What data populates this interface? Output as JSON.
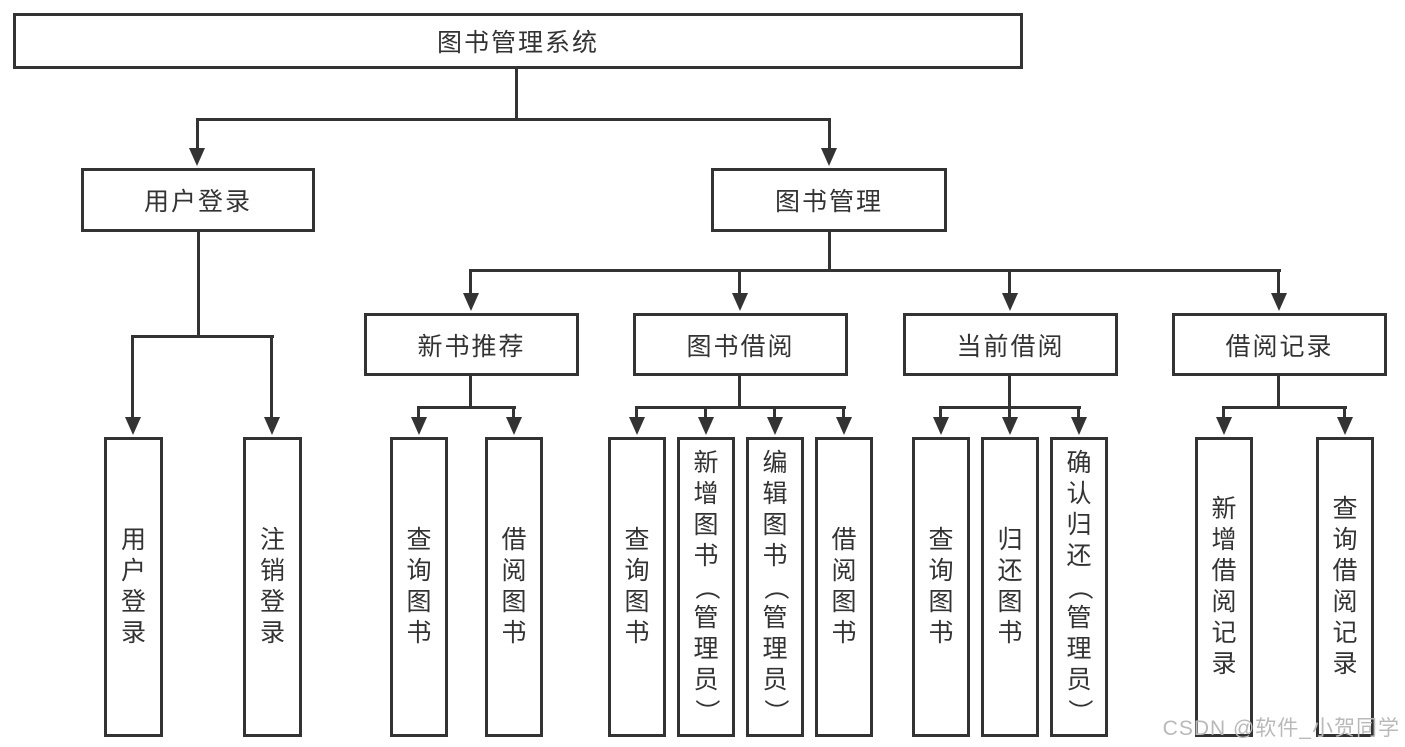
{
  "nodes": {
    "root": "图书管理系统",
    "user_login": "用户登录",
    "book_mgmt": "图书管理",
    "new_books": "新书推荐",
    "book_borrow": "图书借阅",
    "current_borrow": "当前借阅",
    "borrow_records": "借阅记录",
    "leaf_user_login": "用户登录",
    "leaf_logout": "注销登录",
    "leaf_nb_query": "查询图书",
    "leaf_nb_borrow": "借阅图书",
    "leaf_bb_query": "查询图书",
    "leaf_bb_add": "新增图书（管理员）",
    "leaf_bb_edit": "编辑图书（管理员）",
    "leaf_bb_borrow": "借阅图书",
    "leaf_cb_query": "查询图书",
    "leaf_cb_return": "归还图书",
    "leaf_cb_confirm": "确认归还（管理员）",
    "leaf_br_add": "新增借阅记录",
    "leaf_br_query": "查询借阅记录"
  },
  "watermark": "CSDN @软件_小贺同学",
  "colors": {
    "line": "#333333",
    "text": "#333333",
    "watermark": "#b9b9b9",
    "background": "#ffffff"
  }
}
